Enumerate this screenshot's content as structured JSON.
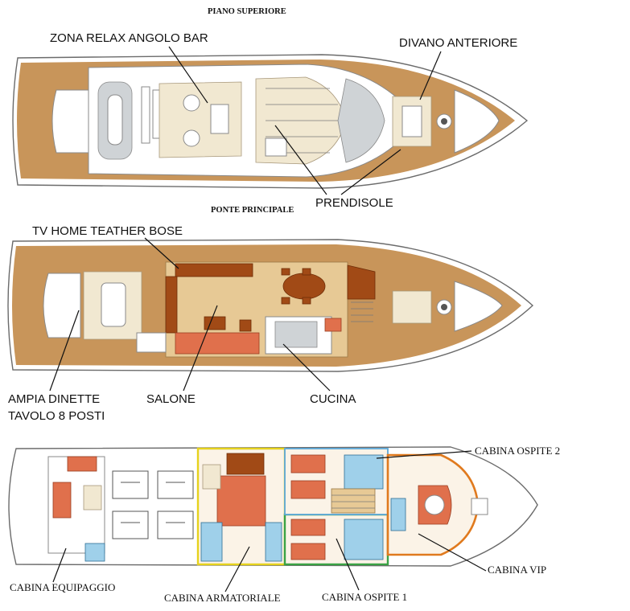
{
  "headers": {
    "upper_deck": "PIANO SUPERIORE",
    "main_deck": "PONTE PRINCIPALE"
  },
  "labels": {
    "relax_bar": "ZONA RELAX ANGOLO BAR",
    "front_sofa": "DIVANO ANTERIORE",
    "sunbed": "PRENDISOLE",
    "tv": "TV HOME TEATHER BOSE",
    "dinette_line1": "AMPIA DINETTE",
    "dinette_line2": "TAVOLO 8 POSTI",
    "saloon": "SALONE",
    "kitchen": "CUCINA",
    "guest_cabin_2": "CABINA OSPITE 2",
    "vip_cabin": "CABINA VIP",
    "crew_cabin": "CABINA EQUIPAGGIO",
    "owner_cabin": "CABINA ARMATORIALE",
    "guest_cabin_1": "CABINA OSPITE 1"
  },
  "colors": {
    "teak": "#c8955a",
    "furniture_rust": "#e0704c",
    "furniture_brown": "#a14a16",
    "bathroom_blue": "#9fd0ea",
    "owner_outline": "#e6d21c",
    "guest1_outline": "#3aa345",
    "vip_outline": "#e07a1e",
    "guest2_outline": "#5aa7d8"
  }
}
